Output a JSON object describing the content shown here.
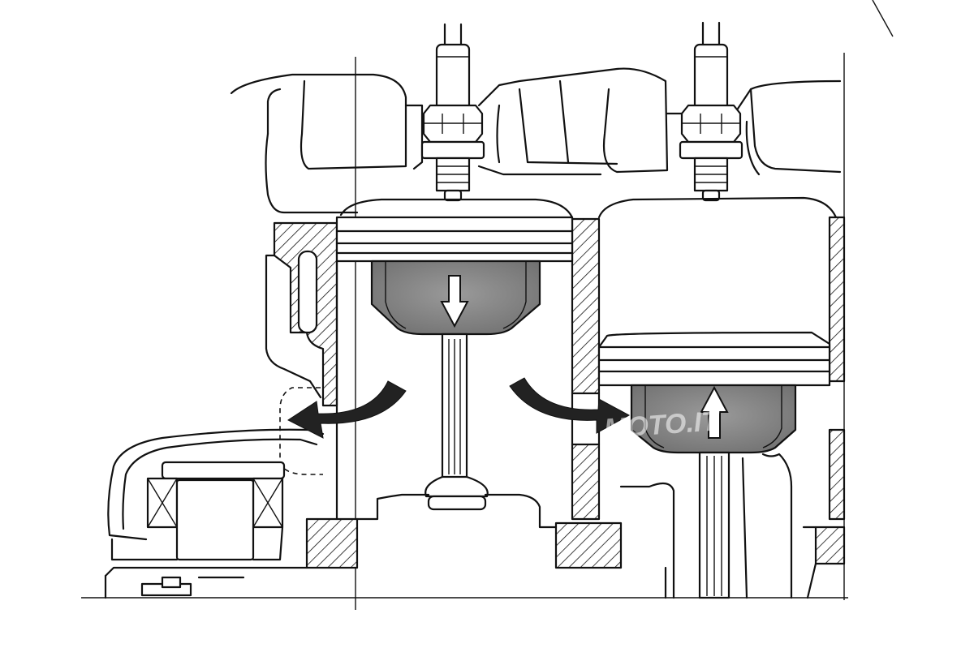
{
  "diagram": {
    "watermark_text": "MOTO.IT",
    "colors": {
      "ink": "#111111",
      "paper": "#ffffff",
      "piston_crown_shade": "#8a8a8a",
      "flow_arrow": "#222222"
    },
    "pistons": [
      {
        "id": "left",
        "motion": "down"
      },
      {
        "id": "right",
        "motion": "up"
      }
    ]
  }
}
